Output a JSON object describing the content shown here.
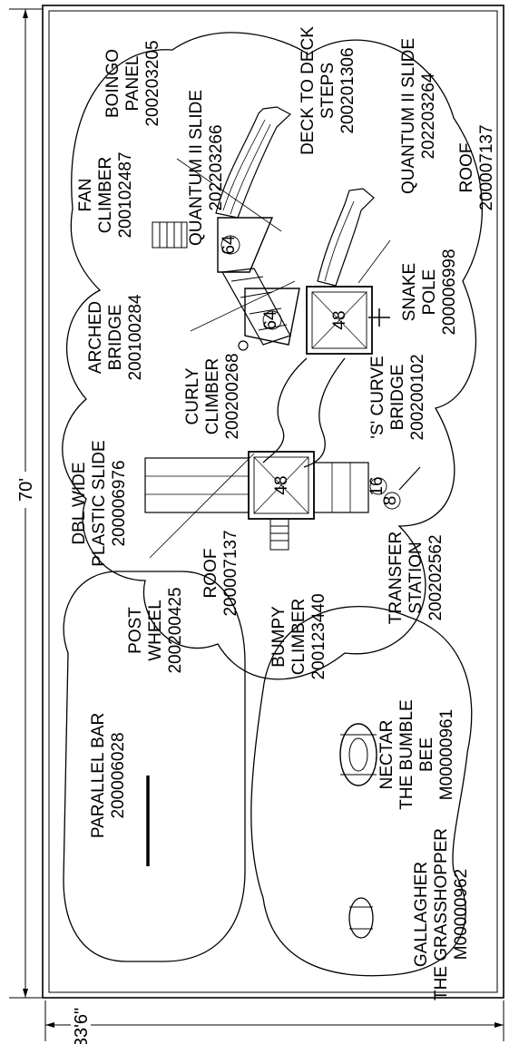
{
  "dimensions": {
    "length": "70'",
    "width": "33'6\""
  },
  "components": {
    "quantum_slide_a": [
      "QUANTUM II SLIDE",
      "202203266"
    ],
    "deck_to_deck_steps": [
      "DECK TO DECK",
      "STEPS",
      "200201306"
    ],
    "boingo_panel": [
      "BOINGO",
      "PANEL",
      "200203205"
    ],
    "quantum_slide_b": [
      "QUANTUM II SLIDE",
      "202203264"
    ],
    "roof_a": [
      "ROOF",
      "200007137"
    ],
    "fan_climber": [
      "FAN",
      "CLIMBER",
      "200102487"
    ],
    "snake_pole": [
      "SNAKE",
      "POLE",
      "200006998"
    ],
    "arched_bridge": [
      "ARCHED",
      "BRIDGE",
      "200100284"
    ],
    "curly_climber": [
      "CURLY",
      "CLIMBER",
      "200200268"
    ],
    "s_curve_bridge": [
      "'S' CURVE",
      "BRIDGE",
      "200200102"
    ],
    "dbl_wide_slide": [
      "DBL WIDE",
      "PLASTIC SLIDE",
      "200006976"
    ],
    "roof_b": [
      "ROOF",
      "200007137"
    ],
    "transfer_station": [
      "TRANSFER",
      "STATION",
      "200202562"
    ],
    "post_wheel": [
      "POST",
      "WHEEL",
      "200200425"
    ],
    "bumpy_climber": [
      "BUMPY",
      "CLIMBER",
      "200123440"
    ],
    "nectar_bumble_bee": [
      "NECTAR",
      "THE BUMBLE",
      "BEE",
      "M00000961"
    ],
    "parallel_bar": [
      "PARALLEL BAR",
      "200006028"
    ],
    "gallagher_grasshopper": [
      "GALLAGHER",
      "THE GRASSHOPPER",
      "M00000962"
    ]
  },
  "deck_heights": {
    "deck_upper_small_a": "64",
    "deck_upper_small_b": "64",
    "deck_right": "48",
    "deck_center": "48",
    "transfer_upper": "16",
    "transfer_lower": "8"
  }
}
